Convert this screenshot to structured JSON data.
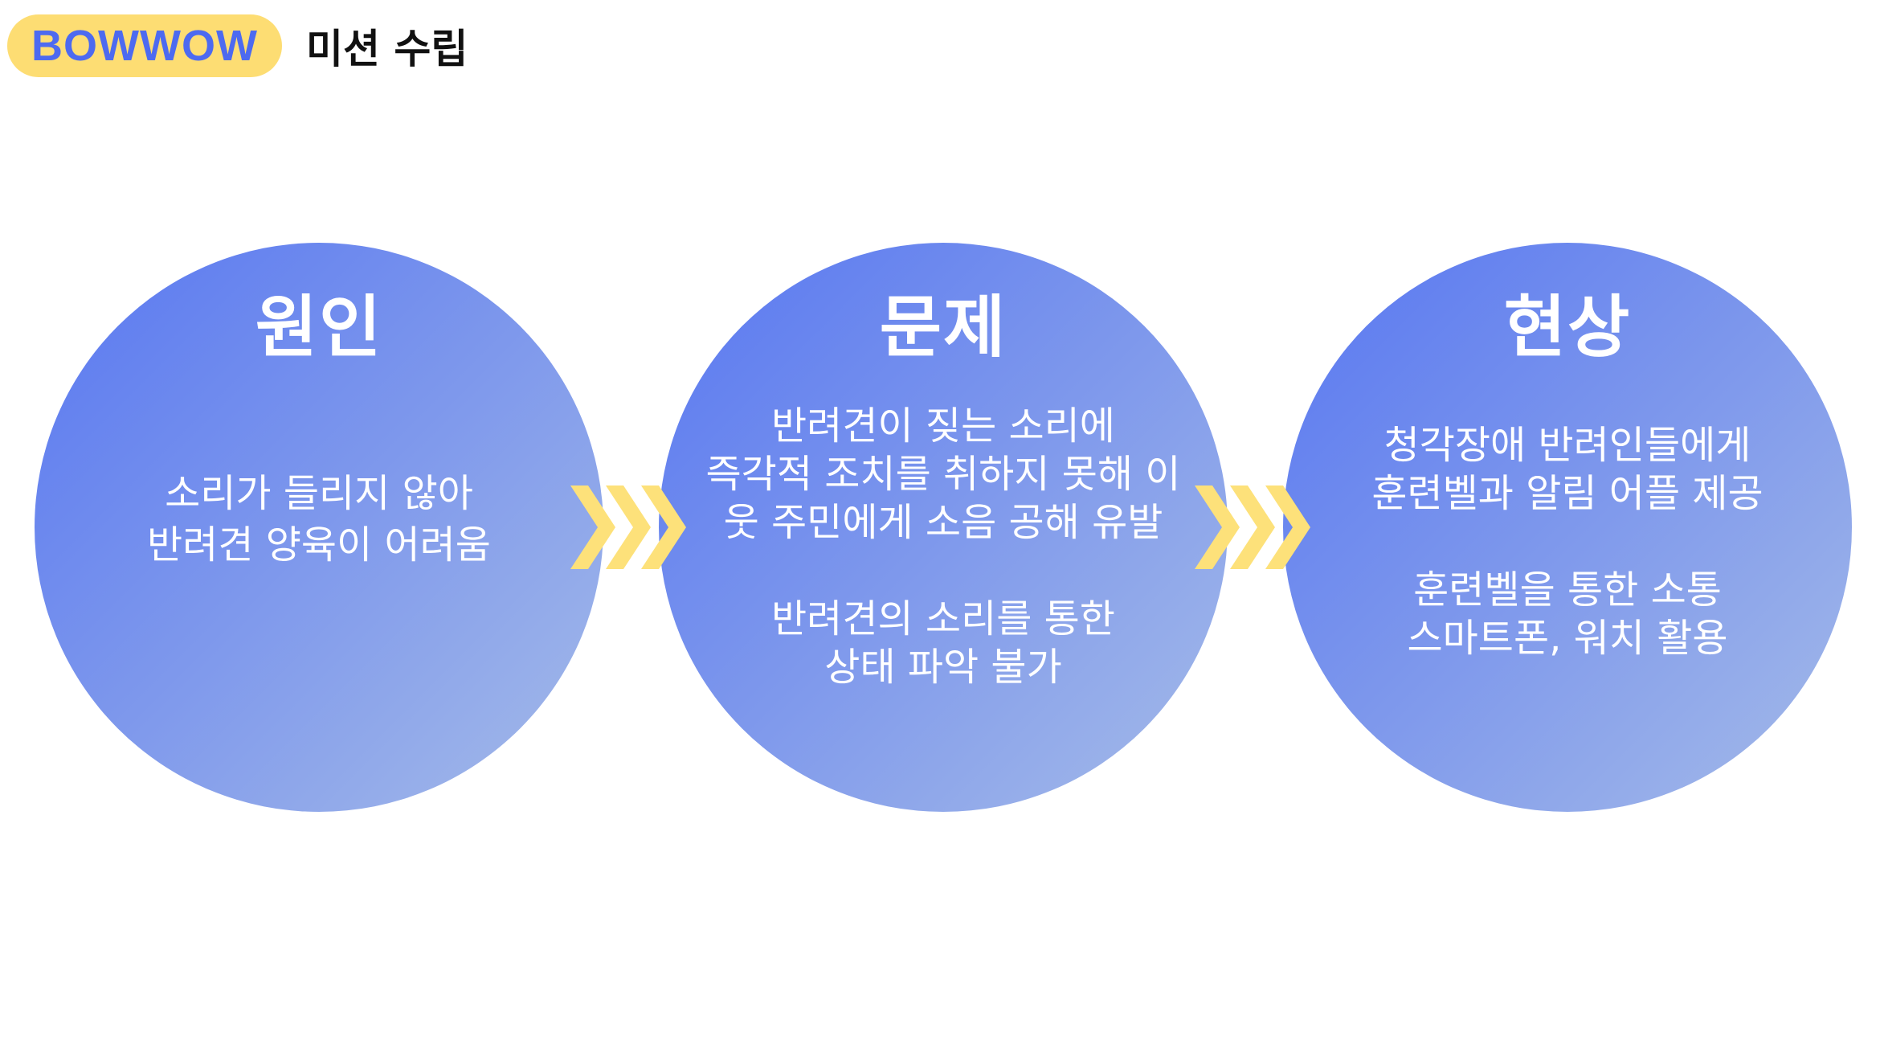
{
  "header": {
    "brand": "BOWWOW",
    "title": "미션 수립"
  },
  "colors": {
    "brand_yellow": "#fddd73",
    "brand_blue": "#4d6af0",
    "circle_start": "#5877f1",
    "circle_end": "#a5bbe8",
    "chevron": "#fde17a"
  },
  "stages": [
    {
      "title": "원인",
      "paragraphs": [
        [
          "소리가 들리지 않아",
          "반려견 양육이 어려움"
        ]
      ]
    },
    {
      "title": "문제",
      "paragraphs": [
        [
          "반려견이 짖는 소리에",
          "즉각적 조치를 취하지 못해 이",
          "웃 주민에게 소음 공해 유발"
        ],
        [
          "반려견의 소리를 통한",
          "상태 파악 불가"
        ]
      ]
    },
    {
      "title": "현상",
      "paragraphs": [
        [
          "청각장애 반려인들에게",
          "훈련벨과 알림 어플 제공"
        ],
        [
          "훈련벨을 통한 소통",
          "스마트폰, 워치 활용"
        ]
      ]
    }
  ],
  "connector_icon": "triple-chevron-right-icon"
}
